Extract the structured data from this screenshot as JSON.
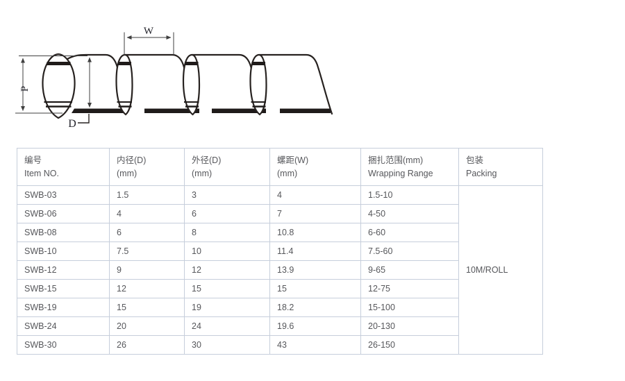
{
  "diagram": {
    "labels": {
      "width": "W",
      "pitch": "P",
      "diameter": "D"
    }
  },
  "table": {
    "headers": [
      {
        "zh": "编号",
        "en": "Item NO."
      },
      {
        "zh": "内径(D)",
        "en": "(mm)"
      },
      {
        "zh": "外径(D)",
        "en": "(mm)"
      },
      {
        "zh": "螺距(W)",
        "en": "(mm)"
      },
      {
        "zh": "捆扎范围(mm)",
        "en": "Wrapping Range"
      },
      {
        "zh": "包装",
        "en": "Packing"
      }
    ],
    "rows": [
      [
        "SWB-03",
        "1.5",
        "3",
        "4",
        "1.5-10"
      ],
      [
        "SWB-06",
        "4",
        "6",
        "7",
        "4-50"
      ],
      [
        "SWB-08",
        "6",
        "8",
        "10.8",
        "6-60"
      ],
      [
        "SWB-10",
        "7.5",
        "10",
        "11.4",
        "7.5-60"
      ],
      [
        "SWB-12",
        "9",
        "12",
        "13.9",
        "9-65"
      ],
      [
        "SWB-15",
        "12",
        "15",
        "15",
        "12-75"
      ],
      [
        "SWB-19",
        "15",
        "19",
        "18.2",
        "15-100"
      ],
      [
        "SWB-24",
        "20",
        "24",
        "19.6",
        "20-130"
      ],
      [
        "SWB-30",
        "26",
        "30",
        "43",
        "26-150"
      ]
    ],
    "packing": "10M/ROLL"
  },
  "colors": {
    "line": "#272220",
    "dim": "#3f3f3f",
    "border": "#c6cedb",
    "text": "#56575b"
  }
}
